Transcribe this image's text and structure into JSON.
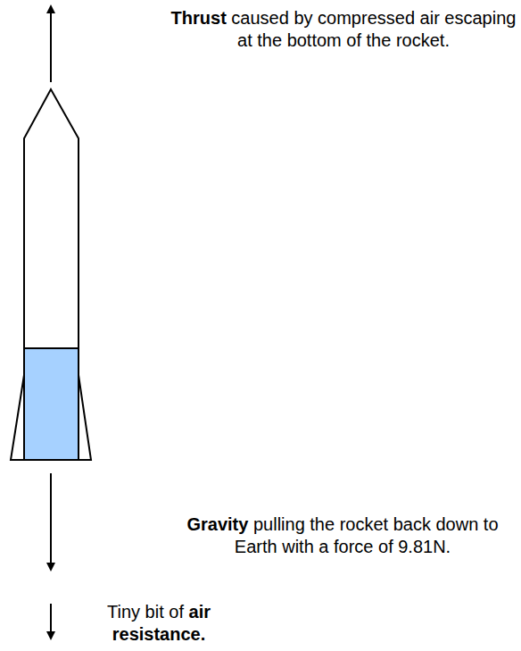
{
  "diagram": {
    "labels": [
      "Thrust",
      "caused by compressed air escaping at the bottom of the rocket.",
      "Gravity",
      "pulling the rocket back down to Earth with a force of 9.81N.",
      "Tiny bit of",
      "air resistance."
    ]
  }
}
